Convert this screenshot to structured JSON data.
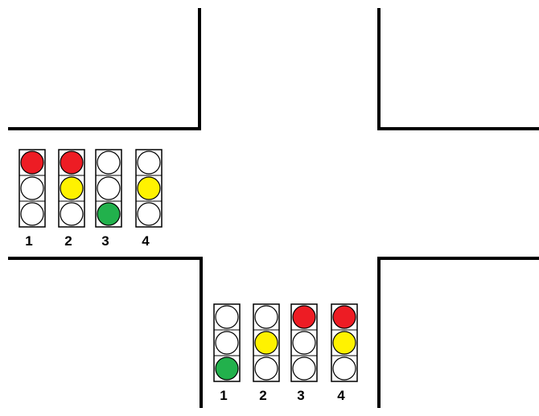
{
  "colors": {
    "road_edge": "#000000",
    "housing_stroke": "#000000",
    "lamp_stroke": "#000000",
    "off": "#ffffff",
    "red": "#ed1c24",
    "yellow": "#fff200",
    "green": "#22b14c"
  },
  "groups": [
    {
      "id": "west",
      "signals": [
        {
          "label": "1",
          "lamps": [
            "red",
            "off",
            "off"
          ]
        },
        {
          "label": "2",
          "lamps": [
            "red",
            "yellow",
            "off"
          ]
        },
        {
          "label": "3",
          "lamps": [
            "off",
            "off",
            "green"
          ]
        },
        {
          "label": "4",
          "lamps": [
            "off",
            "yellow",
            "off"
          ]
        }
      ]
    },
    {
      "id": "south",
      "signals": [
        {
          "label": "1",
          "lamps": [
            "off",
            "off",
            "green"
          ]
        },
        {
          "label": "2",
          "lamps": [
            "off",
            "yellow",
            "off"
          ]
        },
        {
          "label": "3",
          "lamps": [
            "red",
            "off",
            "off"
          ]
        },
        {
          "label": "4",
          "lamps": [
            "red",
            "yellow",
            "off"
          ]
        }
      ]
    }
  ]
}
